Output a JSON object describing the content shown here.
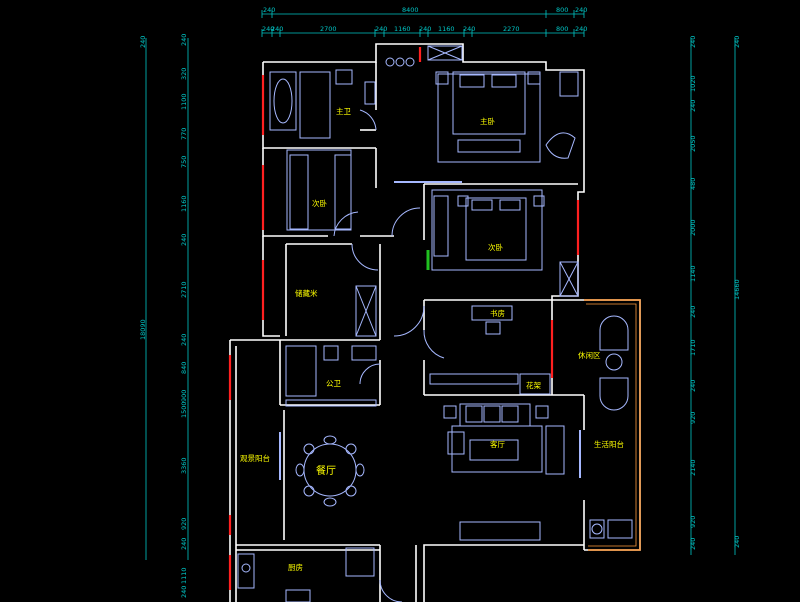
{
  "colors": {
    "background": "#000000",
    "wall": "#ffffff",
    "furniture": "#a6b8ff",
    "dimension": "#00c7c7",
    "label": "#ffff00",
    "window_red": "#ff2020",
    "door_green": "#20c020",
    "balcony_orange": "#ff9a3c"
  },
  "dims_top": {
    "row1": [
      "240",
      "8400",
      "800",
      "240"
    ],
    "row2": [
      "240",
      "240",
      "2700",
      "240",
      "1160",
      "240",
      "1160",
      "240",
      "2270",
      "800",
      "240"
    ]
  },
  "dims_left": {
    "inner": [
      "240",
      "320",
      "1100",
      "770",
      "750",
      "1160",
      "240",
      "2710",
      "240",
      "840",
      "900",
      "1500",
      "3360",
      "920",
      "240",
      "1110",
      "240"
    ],
    "total": "18090"
  },
  "dims_right": {
    "inner": [
      "240",
      "1020",
      "240",
      "2050",
      "480",
      "2000",
      "1140",
      "240",
      "1710",
      "240",
      "920",
      "2140",
      "920",
      "240"
    ],
    "total": "14660"
  },
  "rooms": {
    "master_bath": "主卫",
    "master_bedroom": "主卧",
    "second_bedroom_left": "次卧",
    "second_bedroom_right": "次卧",
    "storage": "储藏米",
    "study": "书房",
    "public_bath": "公卫",
    "leisure": "休闲区",
    "flower_stand": "花架",
    "living_room": "客厅",
    "dining_room": "餐厅",
    "view_balcony": "观景阳台",
    "life_balcony": "生活阳台",
    "kitchen": "厨房"
  }
}
